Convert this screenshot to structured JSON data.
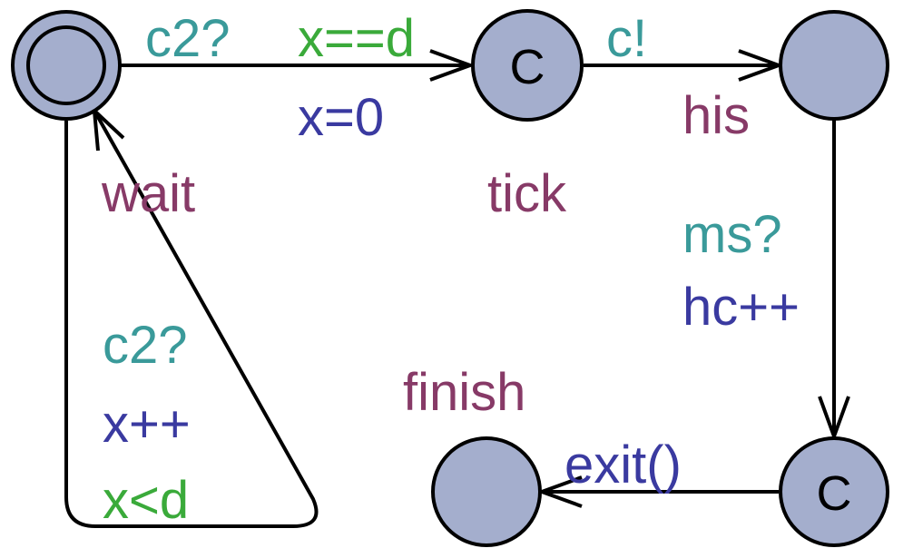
{
  "colors": {
    "location_fill": "#a4aecd",
    "stroke": "#000000",
    "location_name": "#873a67",
    "sync": "#3a9a9a",
    "guard": "#3aaa3a",
    "update": "#3a3aa0"
  },
  "locations": {
    "wait": {
      "name": "wait",
      "initial": true
    },
    "tick": {
      "name": "tick",
      "mark": "C"
    },
    "his": {
      "name": "his"
    },
    "finish": {
      "name": "finish"
    },
    "exit_loc": {
      "mark": "C"
    }
  },
  "edges": {
    "wait_to_tick": {
      "sync": "c2?",
      "guard": "x==d",
      "update": "x=0"
    },
    "tick_to_his": {
      "sync": "c!"
    },
    "his_to_exit": {
      "sync": "ms?",
      "update": "hc++"
    },
    "exit_to_finish": {
      "update": "exit()"
    },
    "wait_self_loop": {
      "sync": "c2?",
      "update": "x++",
      "guard": "x<d"
    }
  }
}
